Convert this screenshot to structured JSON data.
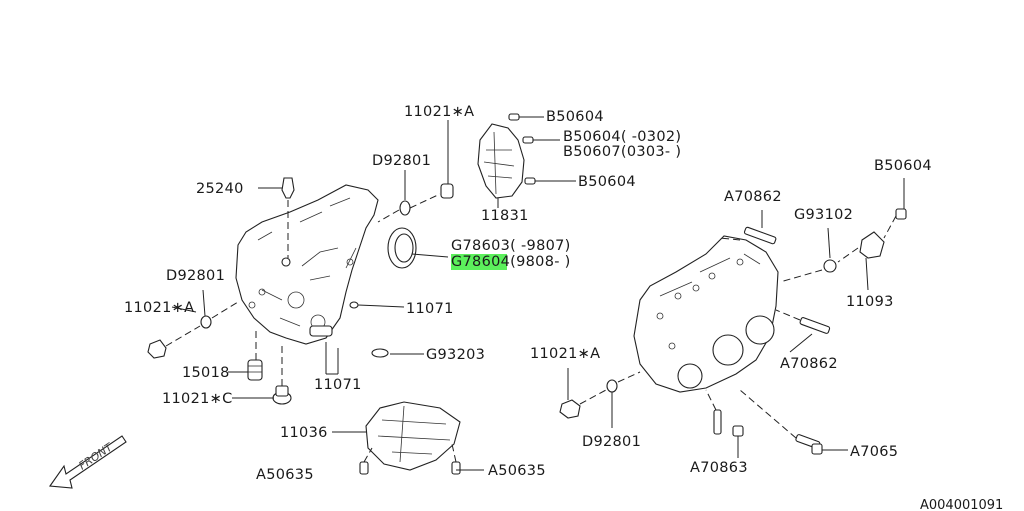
{
  "labels": {
    "p11021a_top": "11021∗A",
    "pB50604_1": "B50604",
    "pB50604_2": "B50604(      -0302)",
    "pB50607": "B50607(0303-     )",
    "pB50604_3": "B50604",
    "pD92801_top": "D92801",
    "p25240": "25240",
    "p11831": "11831",
    "pG78603": "G78603(      -9807)",
    "pG78604": "G78604(9808-     )",
    "pD92801_left": "D92801",
    "p11021a_left": "11021∗A",
    "p11071_right": "11071",
    "pG93203": "G93203",
    "p15018": "15018",
    "p11071_bottom": "11071",
    "p11021c": "11021∗C",
    "p11036": "11036",
    "pA50635_left": "A50635",
    "pA50635_right": "A50635",
    "pA70862_top": "A70862",
    "pG93102": "G93102",
    "pB50604_right": "B50604",
    "p11093": "11093",
    "pA70862_mid": "A70862",
    "p11021a_right": "11021∗A",
    "pD92801_right": "D92801",
    "pA70863": "A70863",
    "pA7065": "A7065",
    "front": "FRONT",
    "doc_id": "A004001091"
  },
  "highlight_color": "#5cf05c"
}
